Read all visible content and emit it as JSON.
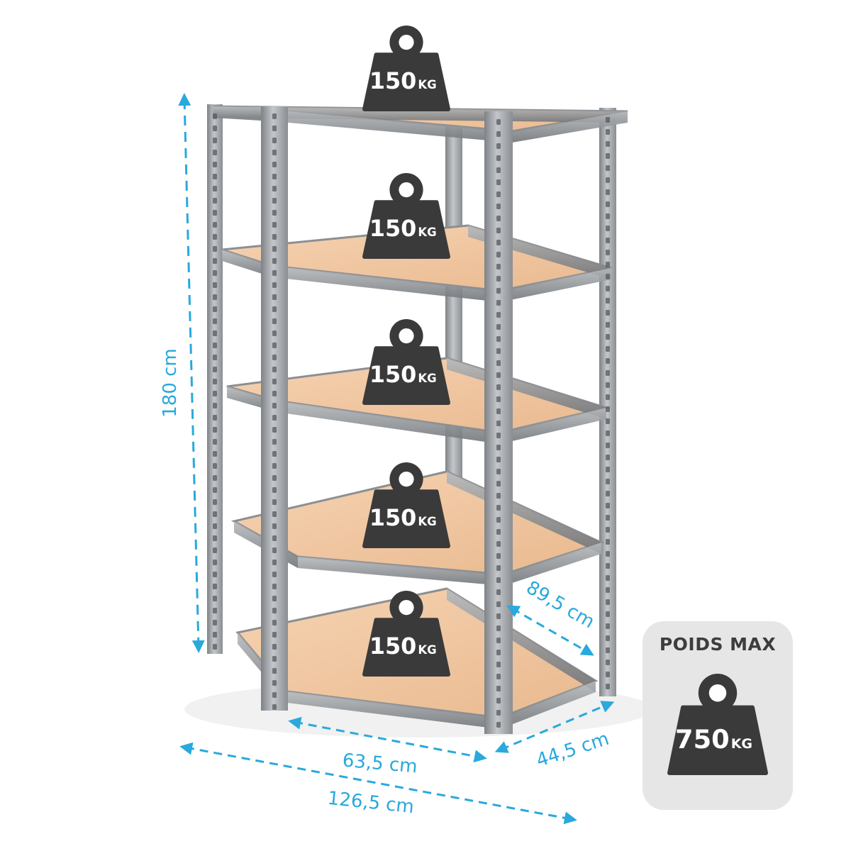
{
  "colors": {
    "dimension": "#29a9dc",
    "weight_icon": "#3a3a3a",
    "shelf_top": "#f2c9a4",
    "shelf_edge": "#8b8f93",
    "upright": "#a3a7aa",
    "panel": "#e6e6e6",
    "panel_text": "#3d3d3d"
  },
  "shelf_loads": [
    {
      "value": "150",
      "unit": "KG"
    },
    {
      "value": "150",
      "unit": "KG"
    },
    {
      "value": "150",
      "unit": "KG"
    },
    {
      "value": "150",
      "unit": "KG"
    },
    {
      "value": "150",
      "unit": "KG"
    }
  ],
  "dimensions": {
    "height": "180 cm",
    "side_depth": "89,5 cm",
    "front_width": "63,5 cm",
    "right_depth": "44,5 cm",
    "total_width": "126,5 cm"
  },
  "max_panel": {
    "title": "POIDS MAX",
    "value": "750",
    "unit": "KG",
    "icon": "weight-icon"
  }
}
